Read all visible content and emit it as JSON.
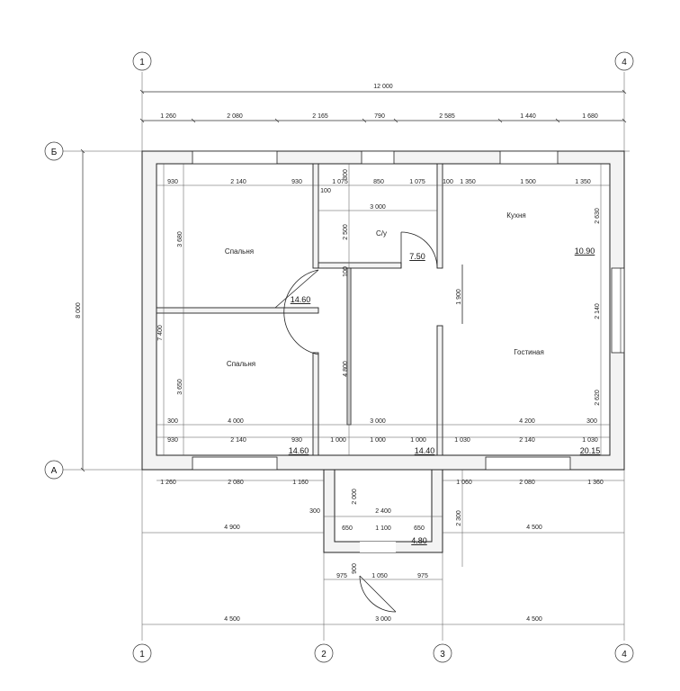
{
  "axes": {
    "col_1": "1",
    "col_2": "2",
    "col_3": "3",
    "col_4": "4",
    "row_b": "Б",
    "row_a": "А"
  },
  "dims": {
    "total_top": "12 000",
    "top_1": "1 260",
    "top_2": "2 080",
    "top_3": "2 165",
    "top_4": "790",
    "top_5": "2 585",
    "top_6": "1 440",
    "top_7": "1 680",
    "left_total": "8 000",
    "bot_1": "1 260",
    "bot_2": "2 080",
    "bot_3": "1 160",
    "bot_4": "1 060",
    "bot_5": "2 080",
    "bot_6": "1 360",
    "bot_l_4900": "4 900",
    "bot_r_4500": "4 500",
    "bot_axes_1": "4 500",
    "bot_axes_2": "3 000",
    "bot_axes_3": "4 500",
    "vest_975a": "975",
    "vest_1050": "1 050",
    "vest_975b": "975",
    "vest_300": "300",
    "vest_2400": "2 400",
    "vest_650a": "650",
    "vest_1100": "1 100",
    "vest_650b": "650",
    "vest_2000": "2 000",
    "vest_2300": "2 300",
    "vest_900": "900",
    "in_930a": "930",
    "in_2140a": "2 140",
    "in_930b": "930",
    "in_1075a": "1 075",
    "in_850": "850",
    "in_1075b": "1 075",
    "in_100a": "100",
    "in_1350a": "1 350",
    "in_1500": "1 500",
    "in_1350b": "1 350",
    "in_100b": "100",
    "in_3000top": "3 000",
    "in_300top": "300",
    "in_2500": "2 500",
    "in_3680a": "3 680",
    "in_7400": "7 400",
    "in_3650": "3 650",
    "in_4800": "4 800",
    "in_100c": "100",
    "in_1900": "1 900",
    "in_2630": "2 630",
    "in_2140v": "2 140",
    "in_2620": "2 620",
    "in_300a": "300",
    "in_4000": "4 000",
    "in_3000mid": "3 000",
    "in_4200": "4 200",
    "in_300b": "300",
    "in_930c": "930",
    "in_2140b": "2 140",
    "in_930d": "930",
    "in_1000a": "1 000",
    "in_1000b": "1 000",
    "in_1000c": "1 000",
    "in_1030a": "1 030",
    "in_2140c": "2 140",
    "in_1030b": "1 030"
  },
  "rooms": {
    "bedroom_top": "Спальня",
    "bedroom_bottom": "Спальня",
    "wc": "С/у",
    "kitchen": "Кухня",
    "living": "Гостиная"
  },
  "areas": {
    "hall": "14.60",
    "wc": "7.50",
    "kitchen": "10.90",
    "bedroom_bottom": "14.60",
    "corridor": "14.40",
    "living": "20.15",
    "vestibule": "4.80"
  }
}
